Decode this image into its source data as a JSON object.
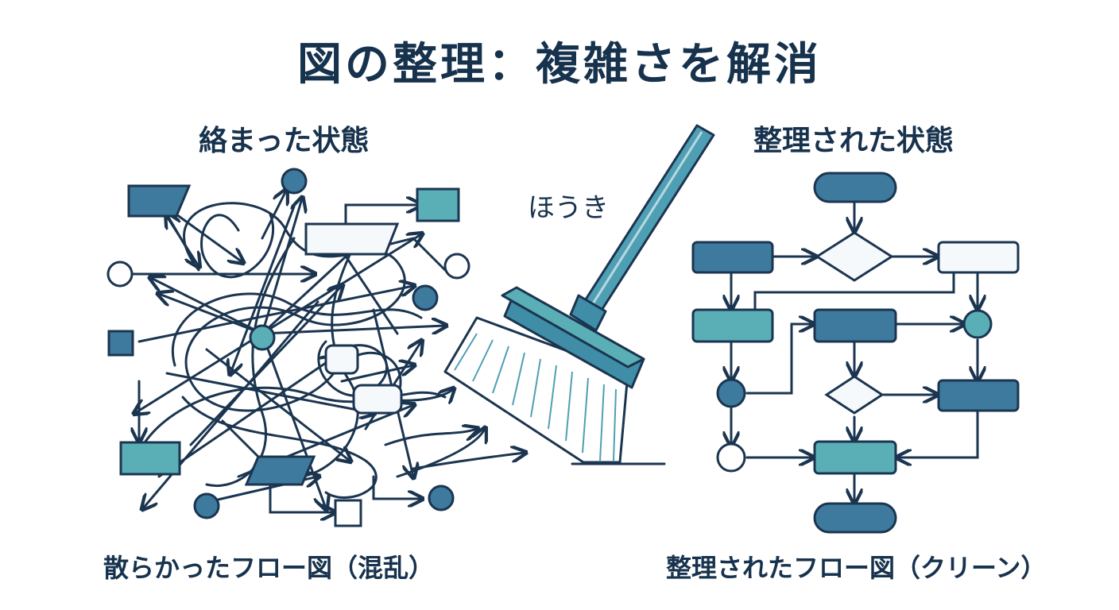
{
  "title": "図の整理：複雑さを解消",
  "left": {
    "heading": "絡まった状態",
    "caption": "散らかったフロー図（混乱）"
  },
  "broom": {
    "label": "ほうき"
  },
  "right": {
    "heading": "整理された状態",
    "caption": "整理されたフロー図（クリーン）"
  },
  "colors": {
    "ink": "#1b3550",
    "dark_fill": "#3d7a9e",
    "teal_fill": "#5aaeb6",
    "light_fill": "#f6f9fb",
    "broom_handle": "#4f9fb4",
    "broom_head": "#3f8da6"
  }
}
